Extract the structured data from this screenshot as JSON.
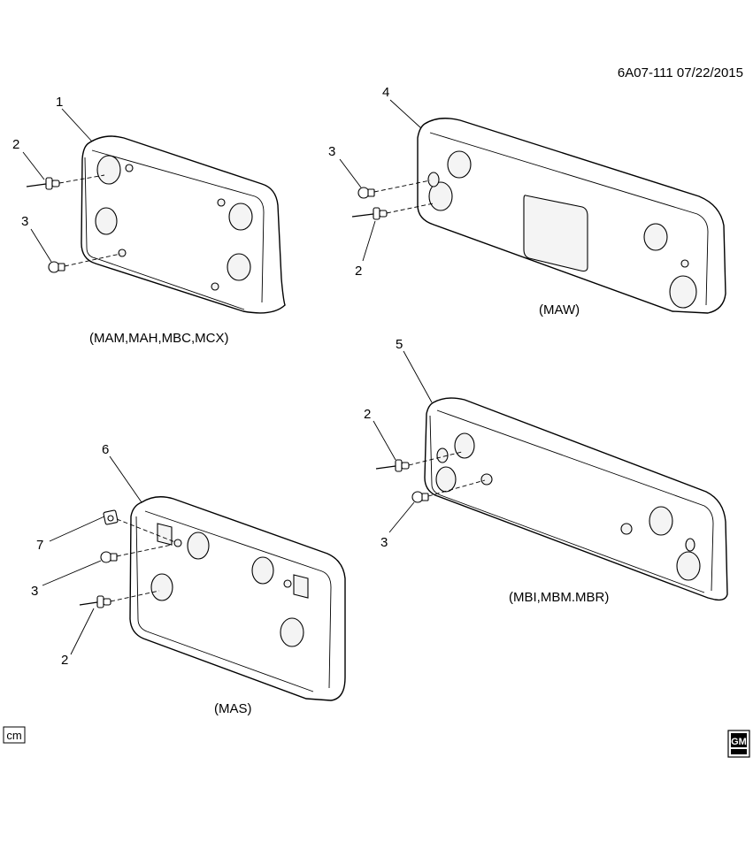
{
  "header": {
    "reference": "6A07-111  07/22/2015"
  },
  "callouts": {
    "a1": "1",
    "a2": "2",
    "a3": "3",
    "b4": "4",
    "b3": "3",
    "b2": "2",
    "c5": "5",
    "c2": "2",
    "c3": "3",
    "d6": "6",
    "d7": "7",
    "d3": "3",
    "d2": "2"
  },
  "captions": {
    "a": "(MAM,MAH,MBC,MCX)",
    "b": "(MAW)",
    "c": "(MBI,MBM.MBR)",
    "d": "(MAS)"
  },
  "footer": {
    "unit_badge": "cm",
    "logo_icon": "gm-logo-icon",
    "logo_text": "GM"
  }
}
